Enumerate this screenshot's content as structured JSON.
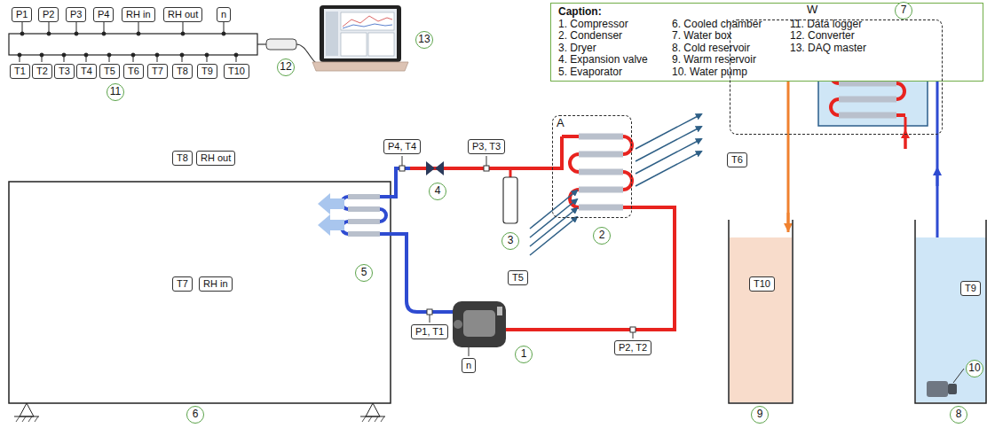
{
  "diagram": {
    "nodes": [
      {
        "text": [
          "P1"
        ]
      },
      {
        "text": [
          "P2"
        ]
      },
      {
        "text": [
          "P3"
        ]
      },
      {
        "text": [
          "P4"
        ]
      },
      {
        "text": [
          "RH in"
        ]
      },
      {
        "text": [
          "RH out"
        ]
      },
      {
        "text": [
          "n"
        ]
      },
      {
        "text": [
          "T1"
        ]
      },
      {
        "text": [
          "T2"
        ]
      },
      {
        "text": [
          "T3"
        ]
      },
      {
        "text": [
          "T4"
        ]
      },
      {
        "text": [
          "T5"
        ]
      },
      {
        "text": [
          "T6"
        ]
      },
      {
        "text": [
          "T7"
        ]
      },
      {
        "text": [
          "T8"
        ]
      },
      {
        "text": [
          "T9"
        ]
      },
      {
        "text": [
          "T10"
        ]
      },
      {
        "text": [
          "Caption:",
          "1. Compressor",
          "2. Condenser",
          "3. Dryer",
          "4. Expansion valve",
          "5. Evaporator",
          "6. Cooled chamber",
          "7. Water box",
          "8. Cold reservoir",
          "9. Warm reservoir",
          "10. Water pump",
          "11. Data logger",
          "12. Converter",
          "13. DAQ master"
        ]
      },
      {
        "text": [
          "W"
        ]
      },
      {
        "text": [
          "T8"
        ]
      },
      {
        "text": [
          "RH out"
        ]
      },
      {
        "text": [
          "P4, T4"
        ]
      },
      {
        "text": [
          "P3, T3"
        ]
      },
      {
        "text": [
          "A"
        ]
      },
      {
        "text": [
          "T6"
        ]
      },
      {
        "text": [
          "T7"
        ]
      },
      {
        "text": [
          "RH in"
        ]
      },
      {
        "text": [
          "T5"
        ]
      },
      {
        "text": [
          "T10"
        ]
      },
      {
        "text": [
          "T9"
        ]
      },
      {
        "text": [
          "P1, T1"
        ]
      },
      {
        "text": [
          "P2, T2"
        ]
      },
      {
        "text": [
          "n"
        ]
      }
    ],
    "labels": [
      "7",
      "13",
      "12",
      "11",
      "4",
      "2",
      "3",
      "5",
      "1",
      "10",
      "6",
      "9",
      "8"
    ]
  }
}
